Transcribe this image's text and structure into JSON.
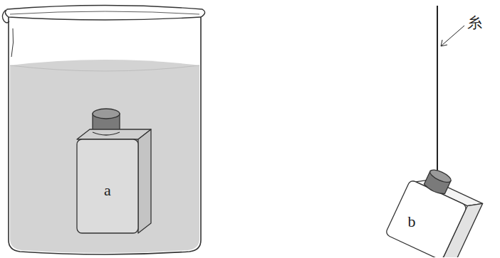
{
  "diagram": {
    "nodes": [
      {
        "text": [
          "a"
        ]
      },
      {
        "text": [
          "b"
        ]
      }
    ],
    "labels": [
      "糸"
    ]
  }
}
